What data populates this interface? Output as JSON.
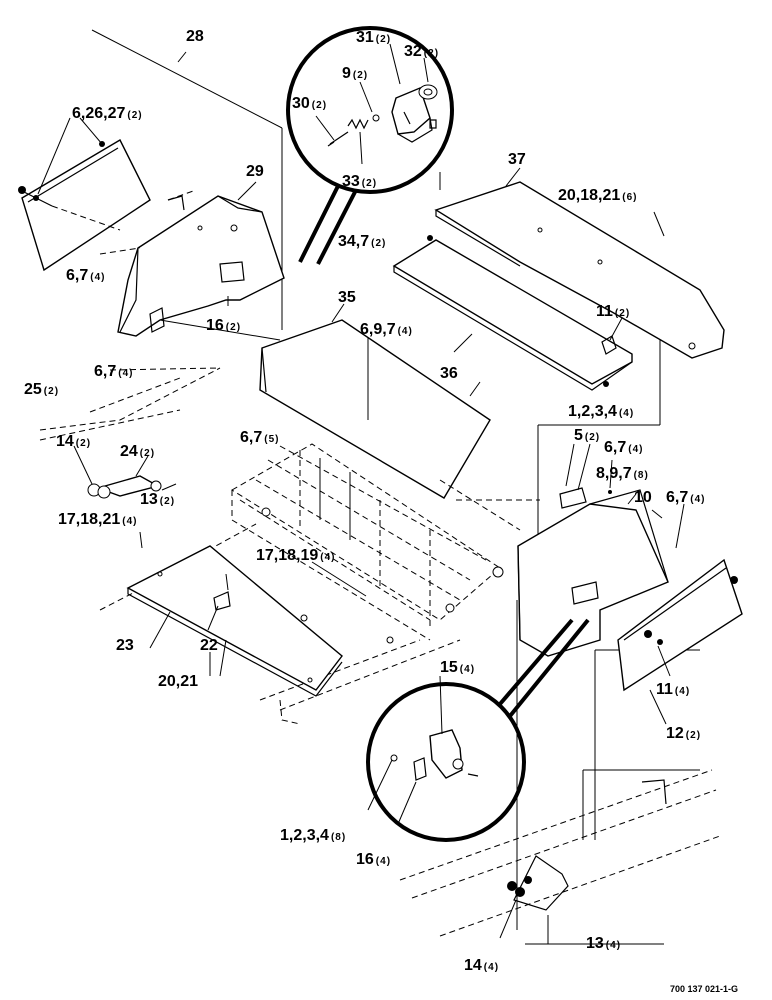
{
  "document_code": "700 137 021-1-G",
  "callouts": [
    {
      "id": "c28",
      "text": "28",
      "qty": ""
    },
    {
      "id": "c31",
      "text": "31",
      "qty": "(2)"
    },
    {
      "id": "c32",
      "text": "32",
      "qty": "(2)"
    },
    {
      "id": "c9",
      "text": "9",
      "qty": "(2)"
    },
    {
      "id": "c30",
      "text": "30",
      "qty": "(2)"
    },
    {
      "id": "c33",
      "text": "33",
      "qty": "(2)"
    },
    {
      "id": "c6_26_27",
      "text": "6,26,27",
      "qty": "(2)"
    },
    {
      "id": "c29",
      "text": "29",
      "qty": ""
    },
    {
      "id": "c37",
      "text": "37",
      "qty": ""
    },
    {
      "id": "c20_18_21a",
      "text": "20,18,21",
      "qty": "(6)"
    },
    {
      "id": "c34_7",
      "text": "34,7",
      "qty": "(2)"
    },
    {
      "id": "c6_7a",
      "text": "6,7",
      "qty": "(4)"
    },
    {
      "id": "c16a",
      "text": "16",
      "qty": "(2)"
    },
    {
      "id": "c35",
      "text": "35",
      "qty": ""
    },
    {
      "id": "c11a",
      "text": "11",
      "qty": "(2)"
    },
    {
      "id": "c6_7b",
      "text": "6,7",
      "qty": "(4)"
    },
    {
      "id": "c6_9_7",
      "text": "6,9,7",
      "qty": "(4)"
    },
    {
      "id": "c36",
      "text": "36",
      "qty": ""
    },
    {
      "id": "c25",
      "text": "25",
      "qty": "(2)"
    },
    {
      "id": "c1_2_3_4a",
      "text": "1,2,3,4",
      "qty": "(4)"
    },
    {
      "id": "c5",
      "text": "5",
      "qty": "(2)"
    },
    {
      "id": "c14a",
      "text": "14",
      "qty": "(2)"
    },
    {
      "id": "c6_7c",
      "text": "6,7",
      "qty": "(5)"
    },
    {
      "id": "c24",
      "text": "24",
      "qty": "(2)"
    },
    {
      "id": "c6_7d",
      "text": "6,7",
      "qty": "(4)"
    },
    {
      "id": "c8_9_7",
      "text": "8,9,7",
      "qty": "(8)"
    },
    {
      "id": "c13a",
      "text": "13",
      "qty": "(2)"
    },
    {
      "id": "c10",
      "text": "10",
      "qty": ""
    },
    {
      "id": "c6_7e",
      "text": "6,7",
      "qty": "(4)"
    },
    {
      "id": "c17_18_21",
      "text": "17,18,21",
      "qty": "(4)"
    },
    {
      "id": "c17_18_19",
      "text": "17,18,19",
      "qty": "(4)"
    },
    {
      "id": "c23",
      "text": "23",
      "qty": ""
    },
    {
      "id": "c22",
      "text": "22",
      "qty": ""
    },
    {
      "id": "c20_21",
      "text": "20,21",
      "qty": ""
    },
    {
      "id": "c15",
      "text": "15",
      "qty": "(4)"
    },
    {
      "id": "c11b",
      "text": "11",
      "qty": "(4)"
    },
    {
      "id": "c12",
      "text": "12",
      "qty": "(2)"
    },
    {
      "id": "c1_2_3_4b",
      "text": "1,2,3,4",
      "qty": "(8)"
    },
    {
      "id": "c16b",
      "text": "16",
      "qty": "(4)"
    },
    {
      "id": "c13b",
      "text": "13",
      "qty": "(4)"
    },
    {
      "id": "c14b",
      "text": "14",
      "qty": "(4)"
    }
  ]
}
